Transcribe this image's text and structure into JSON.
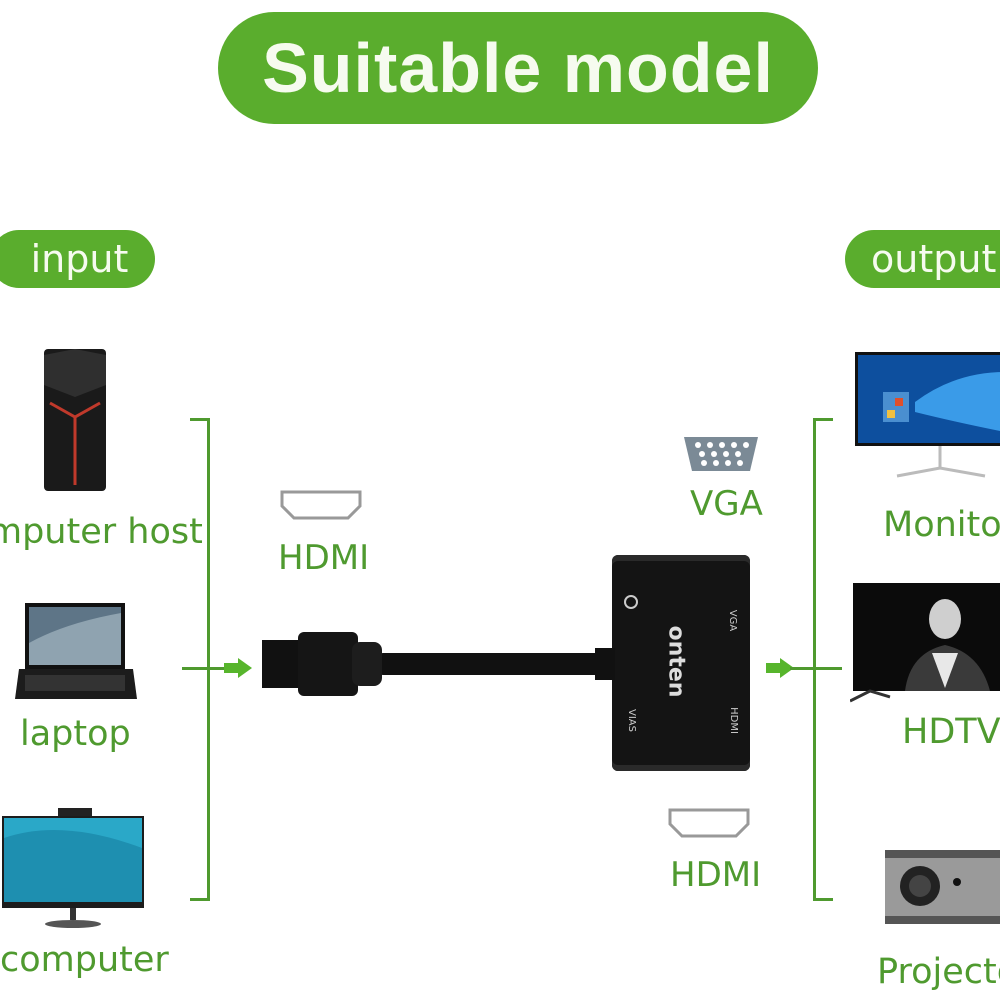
{
  "title": "Suitable model",
  "input": {
    "label": "input",
    "devices": [
      {
        "name": "computer host",
        "display": "mputer host",
        "icon": "tower-pc-icon"
      },
      {
        "name": "laptop",
        "display": "laptop",
        "icon": "laptop-icon"
      },
      {
        "name": "computer",
        "display": "computer",
        "icon": "all-in-one-computer-icon"
      }
    ]
  },
  "output": {
    "label": "output",
    "devices": [
      {
        "name": "Monitor",
        "display": "Monito",
        "icon": "monitor-icon"
      },
      {
        "name": "HDTV",
        "display": "HDTV",
        "icon": "tv-icon"
      },
      {
        "name": "Projector",
        "display": "Projecto",
        "icon": "projector-icon"
      }
    ]
  },
  "adapter": {
    "input_port": "HDMI",
    "output_ports": [
      "VGA",
      "HDMI"
    ],
    "brand": "onten",
    "body_labels": {
      "vga": "VGA",
      "hdmi": "HDMI",
      "audio": "VIAS"
    }
  },
  "colors": {
    "accent": "#5aad2d",
    "text_green": "#4f9a2f",
    "device_black": "#111111"
  }
}
